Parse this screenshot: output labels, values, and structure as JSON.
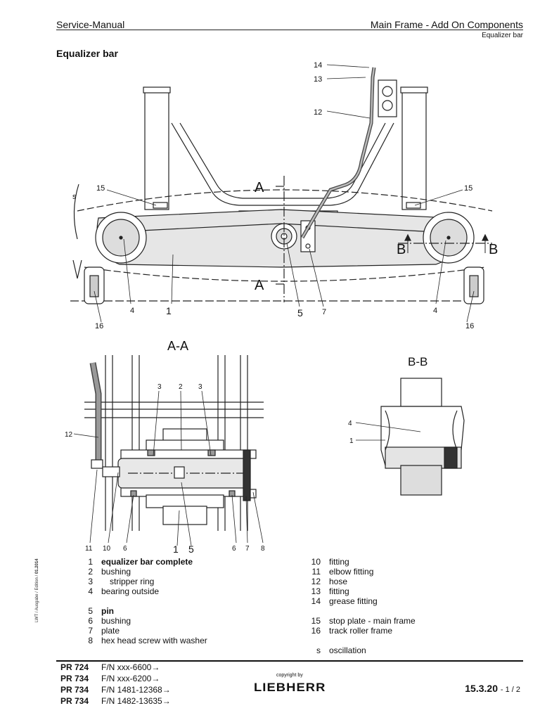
{
  "header": {
    "left": "Service-Manual",
    "right": "Main Frame - Add On Components",
    "sub": "Equalizer bar"
  },
  "title": "Equalizer bar",
  "side_note": {
    "prefix": "LWT / Ausgabe / Edition / ",
    "date": "01.2014"
  },
  "diagram_labels": {
    "top": {
      "l14": "14",
      "l13": "13",
      "l12": "12",
      "l15a": "15",
      "l15b": "15",
      "ls": "s",
      "lA1": "A",
      "lA2": "A",
      "lB1": "B",
      "lB2": "B",
      "l4a": "4",
      "l1": "1",
      "l5": "5",
      "l7": "7",
      "l4b": "4",
      "l16a": "16",
      "l16b": "16"
    },
    "aa": {
      "title": "A-A",
      "l3a": "3",
      "l2": "2",
      "l3b": "3",
      "l12": "12",
      "l11": "11",
      "l10": "10",
      "l6a": "6",
      "l1": "1",
      "l5": "5",
      "l6b": "6",
      "l7": "7",
      "l8": "8"
    },
    "bb": {
      "title": "B-B",
      "l4": "4",
      "l1": "1"
    }
  },
  "legend_left": [
    {
      "num": "1",
      "text": "equalizer bar complete",
      "bold": true
    },
    {
      "num": "2",
      "text": "bushing"
    },
    {
      "num": "3",
      "text": "stripper ring",
      "indent": true
    },
    {
      "num": "4",
      "text": "bearing outside"
    },
    {
      "gap": true
    },
    {
      "num": "5",
      "text": "pin",
      "bold": true
    },
    {
      "num": "6",
      "text": "bushing"
    },
    {
      "num": "7",
      "text": "plate"
    },
    {
      "num": "8",
      "text": "hex head screw with washer"
    }
  ],
  "legend_right": [
    {
      "num": "10",
      "text": "fitting"
    },
    {
      "num": "11",
      "text": "elbow fitting"
    },
    {
      "num": "12",
      "text": "hose"
    },
    {
      "num": "13",
      "text": "fitting"
    },
    {
      "num": "14",
      "text": "grease fitting"
    },
    {
      "gap": true
    },
    {
      "num": "15",
      "text": "stop plate - main frame"
    },
    {
      "num": "16",
      "text": "track roller frame"
    },
    {
      "gap": true
    },
    {
      "num": "s",
      "text": "oscillation"
    }
  ],
  "footer": {
    "models": [
      {
        "model": "PR 724",
        "fn": "F/N xxx-6600→"
      },
      {
        "model": "PR 734",
        "fn": "F/N xxx-6200→"
      },
      {
        "model": "PR 734",
        "fn": "F/N 1481-12368→"
      },
      {
        "model": "PR 734",
        "fn": "F/N 1482-13635→"
      }
    ],
    "copyright": "copyright by",
    "logo": "LIEBHERR",
    "page": "15.3.20",
    "page_of": "- 1 / 2"
  }
}
